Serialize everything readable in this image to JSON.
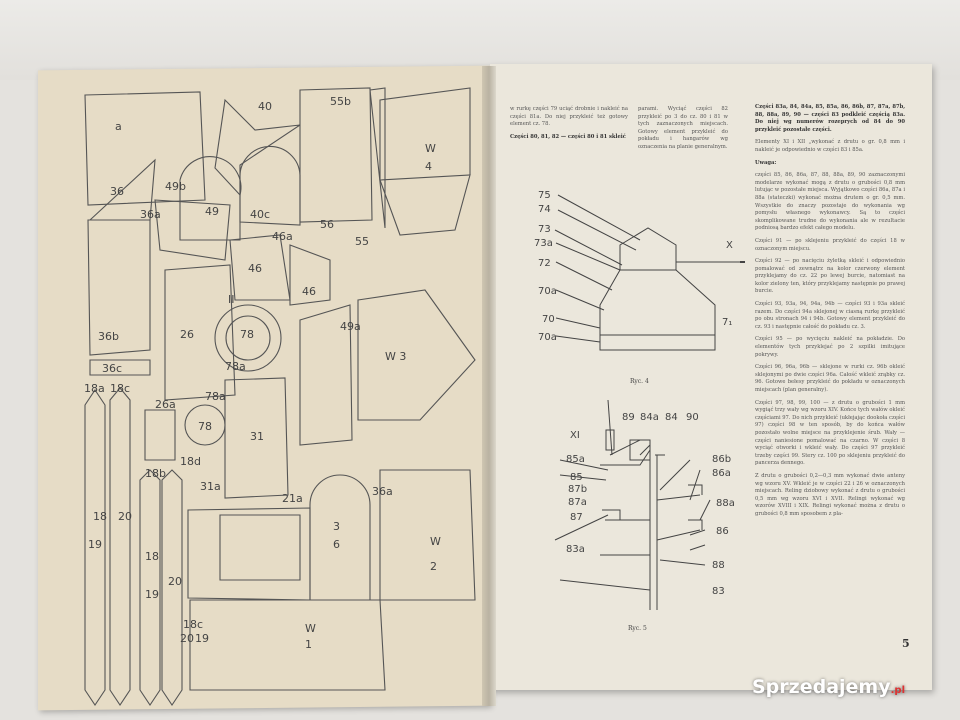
{
  "left_page": {
    "labels": [
      "40",
      "55b",
      "36a",
      "49b",
      "49",
      "40c",
      "56",
      "46a",
      "46",
      "46",
      "55",
      "26",
      "78",
      "78a",
      "W 3",
      "49a",
      "36b",
      "36c",
      "18a",
      "18c",
      "26a",
      "78a",
      "78",
      "31",
      "18d",
      "18b",
      "20",
      "18",
      "19",
      "18",
      "19",
      "20",
      "21a",
      "36a",
      "3",
      "6",
      "W",
      "2",
      "31a",
      "18c",
      "20",
      "19",
      "W",
      "1",
      "W",
      "4",
      "36",
      "a",
      "II"
    ]
  },
  "right_page": {
    "col1_top": "w rurkę części 79 uciąć drobnie i nakleić na części 81a. Do niej przykleić też gotowy element cz. 78.",
    "col1_part": "Części 80, 81, 82 — części 80 i 81 skleić",
    "col2_top": "parami. Wyciąć części 82 przykleić po 3 do cz. 80 i 81 w tych zaznaczonych miejscach. Gotowy element przykleić do pokładu i hangarów wg oznaczenia na planie generalnym.",
    "col3": [
      "Części 83a, 84, 84a, 85, 85a, 86, 86b, 87, 87a, 87b, 88, 88a, 89, 90 — części 83 podkleić częścią 83a. Do niej wg numerów rozeprych od 84 do 90 przykleić pozostałe części.",
      "Elementy XI i XII „wykonać z drutu o gr. 0,8 mm i nakleić je odpowiednio w części 83 i 85a."
    ],
    "note_title": "Uwaga:",
    "col3_note": [
      "części 85, 86, 86a, 87, 88, 88a, 89, 90 zaznaczonymi modelarze wykonać mogą z drutu o grubości 0,8 mm lutując w pozostałe miejsca. Wyjątkowo części 86a, 87a i 88a (stateczki) wykonać można drutem o gr. 0,5 mm. Wszystkie do znaczy pozostaje do wykonania wg pomysłu własnego wykonawcy. Są to części skomplikowane trudne do wykonania ale w rezultacie podniosą bardzo efekt całego modelu.",
      "Części 91 — po sklejeniu przykleić do części 18 w oznaczonym miejscu.",
      "Części 92 — po nacięciu żyletką skleić i odpowiednio pomalować od zewnątrz na kolor czerwony element przyklejamy do cz. 22 po lewej burcie, natomiast na kolor zielony ten, który przyklejamy następnie po prawej burcie.",
      "Części 93, 93a, 94, 94a, 94b — części 93 i 93a skleić razem. Do części 94a sklejonej w ciasną rurkę przykleić po obu stronach 94 i 94b. Gotowy element przykleić do cz. 93 i następnie całość do pokładu cz. 3.",
      "Części 95 — po wycięciu nakleić na pokładzie. Do elementów tych przyklejać po 2 szpilki imitujące pokrywy.",
      "Części 96, 96a, 96b — sklejone w rurki cz. 96b okleić sklejonymi po dwie części 96a. Całość wkleić zrąbky cz. 96. Gotowe bełesy przykleić do pokładu w oznaczonych miejscach (plan generalny).",
      "Części 97, 98, 99, 100 — z drutu o grubości 1 mm wygiąć trzy wały wg wzoru XIV. Końce tych wałów okleić częściami 97. Do nich przykleić (ukłejając dookoła części 97) części 98 w ten sposób, by do końca wałów pozostało wolne miejsce na przyklejenie śrub. Wały — części naniesione pomalować na czarno. W części 8 wyciąć otworki i wkleić wały. Do części 97 przykleić trzeby części 99. Stery cz. 100 po sklejeniu przykleić do pancerza dennego.",
      "Z drutu o grubości 0,2—0,3 mm wykonać dwie anteny wg wzoru XV. Wkleić je w części 22 i 26 w oznaczonych miejscach. Reling dziobowy wykonać z drutu o grubości 0,5 mm wg wzoru XVI i XVII. Relingi wykonać wg wzorów XVIII i XIX. Relingi wykonać można z drutu o grubości 0,8 mm sposobem z pla-"
    ],
    "fig4": {
      "caption": "Ryc. 4",
      "labels": [
        "75",
        "74",
        "73",
        "73a",
        "72",
        "70a",
        "70",
        "70a",
        "X",
        "7₁"
      ]
    },
    "fig5": {
      "caption": "Ryc. 5",
      "labels": [
        "XI",
        "85a",
        "85",
        "89",
        "84a",
        "84",
        "90",
        "86b",
        "86a",
        "88a",
        "86",
        "87b",
        "87a",
        "87",
        "83a",
        "88",
        "83"
      ]
    },
    "page_number": "5"
  },
  "watermark": {
    "text": "Sprzedajemy",
    "suffix": ".pl"
  }
}
